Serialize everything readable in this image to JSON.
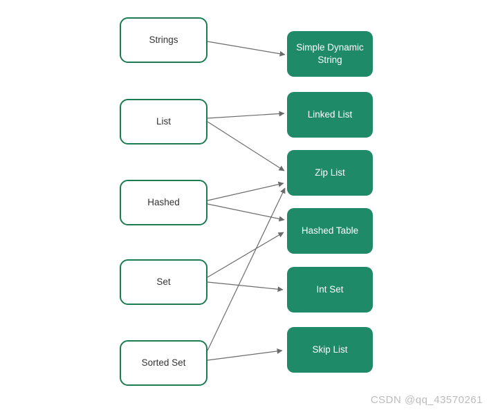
{
  "diagram": {
    "left_nodes": [
      {
        "id": "strings",
        "label": "Strings"
      },
      {
        "id": "list",
        "label": "List"
      },
      {
        "id": "hashed",
        "label": "Hashed"
      },
      {
        "id": "set",
        "label": "Set"
      },
      {
        "id": "sorted-set",
        "label": "Sorted Set"
      }
    ],
    "right_nodes": [
      {
        "id": "sds",
        "label": "Simple Dynamic String"
      },
      {
        "id": "linked-list",
        "label": "Linked List"
      },
      {
        "id": "zip-list",
        "label": "Zip List"
      },
      {
        "id": "hashed-table",
        "label": "Hashed Table"
      },
      {
        "id": "int-set",
        "label": "Int Set"
      },
      {
        "id": "skip-list",
        "label": "Skip List"
      }
    ],
    "edges": [
      {
        "from": "strings",
        "to": "sds"
      },
      {
        "from": "list",
        "to": "linked-list"
      },
      {
        "from": "list",
        "to": "zip-list"
      },
      {
        "from": "hashed",
        "to": "zip-list"
      },
      {
        "from": "hashed",
        "to": "hashed-table"
      },
      {
        "from": "set",
        "to": "hashed-table"
      },
      {
        "from": "set",
        "to": "int-set"
      },
      {
        "from": "sorted-set",
        "to": "zip-list"
      },
      {
        "from": "sorted-set",
        "to": "skip-list"
      }
    ]
  },
  "watermark": {
    "text": "CSDN @qq_43570261"
  },
  "colors": {
    "right_node_fill": "#1e8a68",
    "left_node_border": "#1b7a50",
    "arrow": "#6b6b6b",
    "left_text": "#333333",
    "right_text": "#ffffff",
    "watermark_text": "#bcbcbc"
  }
}
